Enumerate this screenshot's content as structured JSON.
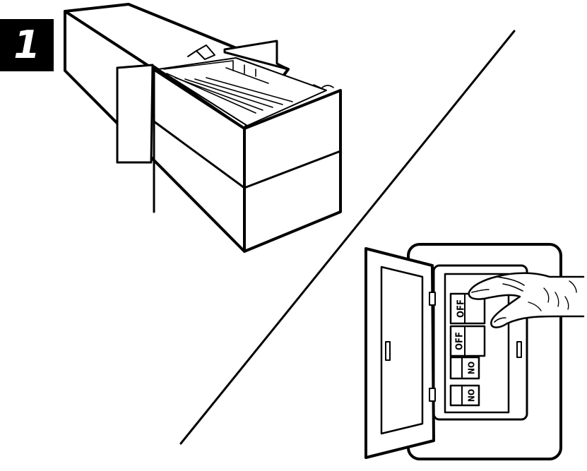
{
  "step": {
    "number": "1"
  },
  "breaker_panel": {
    "breakers": [
      {
        "label": "OFF"
      },
      {
        "label": "OFF"
      },
      {
        "label": "ON"
      },
      {
        "label": "ON"
      }
    ]
  },
  "colors": {
    "ink": "#000000",
    "paper": "#ffffff"
  }
}
